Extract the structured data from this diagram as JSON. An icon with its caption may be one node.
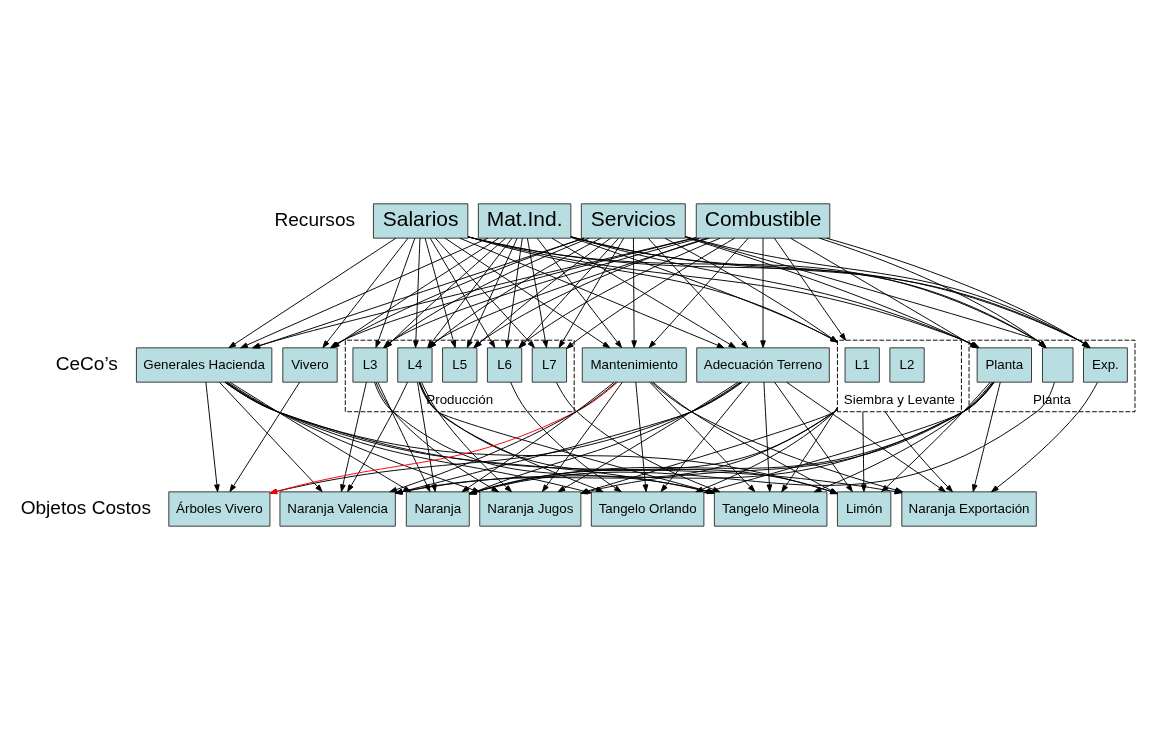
{
  "diagram": {
    "nodes": [
      {
        "text": [
          "Salarios"
        ]
      },
      {
        "text": [
          "Mat.Ind."
        ]
      },
      {
        "text": [
          "Servicios"
        ]
      },
      {
        "text": [
          "Combustible"
        ]
      },
      {
        "text": [
          "Generales Hacienda"
        ]
      },
      {
        "text": [
          "Vivero"
        ]
      },
      {
        "text": [
          "Siembra y Levante"
        ]
      },
      {
        "text": [
          "L1"
        ],
        "in": 6
      },
      {
        "text": [
          "L2"
        ],
        "in": 6
      },
      {
        "text": [
          "Adecuación Terreno"
        ]
      },
      {
        "text": [
          "Producción"
        ]
      },
      {
        "text": [
          "L3"
        ],
        "in": 10
      },
      {
        "text": [
          "L4"
        ],
        "in": 10
      },
      {
        "text": [
          "L5"
        ],
        "in": 10
      },
      {
        "text": [
          "L6"
        ],
        "in": 10
      },
      {
        "text": [
          "L7"
        ],
        "in": 10
      },
      {
        "text": [
          "Planta"
        ]
      },
      {
        "text": [
          "Planta"
        ],
        "in": 16
      },
      {
        "text": [
          "Exp."
        ],
        "in": 16
      },
      {
        "text": [],
        "shape": "box",
        "in": 16
      },
      {
        "text": [
          "Mantenimiento"
        ]
      },
      {
        "text": [
          "Árboles Vivero"
        ]
      },
      {
        "text": [
          "Naranja Valencia"
        ]
      },
      {
        "text": [
          "Naranja"
        ]
      },
      {
        "text": [
          "Naranja Jugos"
        ]
      },
      {
        "text": [
          "Tangelo Orlando"
        ]
      },
      {
        "text": [
          "Tangelo Mineola"
        ]
      },
      {
        "text": [
          "Limón"
        ]
      },
      {
        "text": [
          "Naranja Exportación"
        ]
      }
    ],
    "edges": [
      {
        "from": 0,
        "to": 4,
        "arrow": "to"
      },
      {
        "from": 0,
        "to": 5,
        "arrow": "to"
      },
      {
        "from": 0,
        "to": 6,
        "arrow": "to"
      },
      {
        "from": 0,
        "to": 9,
        "arrow": "to"
      },
      {
        "from": 0,
        "to": 11,
        "arrow": "to"
      },
      {
        "from": 0,
        "to": 12,
        "arrow": "to"
      },
      {
        "from": 0,
        "to": 13,
        "arrow": "to"
      },
      {
        "from": 0,
        "to": 14,
        "arrow": "to"
      },
      {
        "from": 0,
        "to": 15,
        "arrow": "to"
      },
      {
        "from": 0,
        "to": 17,
        "arrow": "to"
      },
      {
        "from": 0,
        "to": 18,
        "arrow": "to"
      },
      {
        "from": 0,
        "to": 19,
        "arrow": "to"
      },
      {
        "from": 0,
        "to": 20,
        "arrow": "to"
      },
      {
        "from": 1,
        "to": 4,
        "arrow": "to"
      },
      {
        "from": 1,
        "to": 5,
        "arrow": "to"
      },
      {
        "from": 1,
        "to": 6,
        "arrow": "to"
      },
      {
        "from": 1,
        "to": 9,
        "arrow": "to"
      },
      {
        "from": 1,
        "to": 11,
        "arrow": "to"
      },
      {
        "from": 1,
        "to": 12,
        "arrow": "to"
      },
      {
        "from": 1,
        "to": 13,
        "arrow": "to"
      },
      {
        "from": 1,
        "to": 14,
        "arrow": "to"
      },
      {
        "from": 1,
        "to": 15,
        "arrow": "to"
      },
      {
        "from": 1,
        "to": 17,
        "arrow": "to"
      },
      {
        "from": 1,
        "to": 18,
        "arrow": "to"
      },
      {
        "from": 1,
        "to": 19,
        "arrow": "to"
      },
      {
        "from": 1,
        "to": 20,
        "arrow": "to"
      },
      {
        "from": 2,
        "to": 4,
        "arrow": "to"
      },
      {
        "from": 2,
        "to": 5,
        "arrow": "to"
      },
      {
        "from": 2,
        "to": 6,
        "arrow": "to"
      },
      {
        "from": 2,
        "to": 9,
        "arrow": "to"
      },
      {
        "from": 2,
        "to": 11,
        "arrow": "to"
      },
      {
        "from": 2,
        "to": 12,
        "arrow": "to"
      },
      {
        "from": 2,
        "to": 13,
        "arrow": "to"
      },
      {
        "from": 2,
        "to": 14,
        "arrow": "to"
      },
      {
        "from": 2,
        "to": 15,
        "arrow": "to"
      },
      {
        "from": 2,
        "to": 17,
        "arrow": "to"
      },
      {
        "from": 2,
        "to": 18,
        "arrow": "to"
      },
      {
        "from": 2,
        "to": 19,
        "arrow": "to"
      },
      {
        "from": 2,
        "to": 20,
        "arrow": "to"
      },
      {
        "from": 3,
        "to": 4,
        "arrow": "to"
      },
      {
        "from": 3,
        "to": 5,
        "arrow": "to"
      },
      {
        "from": 3,
        "to": 6,
        "arrow": "to"
      },
      {
        "from": 3,
        "to": 9,
        "arrow": "to"
      },
      {
        "from": 3,
        "to": 11,
        "arrow": "to"
      },
      {
        "from": 3,
        "to": 12,
        "arrow": "to"
      },
      {
        "from": 3,
        "to": 13,
        "arrow": "to"
      },
      {
        "from": 3,
        "to": 14,
        "arrow": "to"
      },
      {
        "from": 3,
        "to": 15,
        "arrow": "to"
      },
      {
        "from": 3,
        "to": 17,
        "arrow": "to"
      },
      {
        "from": 3,
        "to": 18,
        "arrow": "to"
      },
      {
        "from": 3,
        "to": 19,
        "arrow": "to"
      },
      {
        "from": 3,
        "to": 20,
        "arrow": "to"
      },
      {
        "from": 4,
        "to": 21,
        "arrow": "to"
      },
      {
        "from": 4,
        "to": 22,
        "arrow": "to"
      },
      {
        "from": 4,
        "to": 23,
        "arrow": "to"
      },
      {
        "from": 4,
        "to": 24,
        "arrow": "to"
      },
      {
        "from": 4,
        "to": 25,
        "arrow": "to"
      },
      {
        "from": 4,
        "to": 26,
        "arrow": "to"
      },
      {
        "from": 4,
        "to": 27,
        "arrow": "to"
      },
      {
        "from": 4,
        "to": 28,
        "arrow": "to"
      },
      {
        "from": 5,
        "to": 21,
        "arrow": "to"
      },
      {
        "from": 6,
        "to": 22,
        "arrow": "to"
      },
      {
        "from": 6,
        "to": 23,
        "arrow": "to"
      },
      {
        "from": 6,
        "to": 24,
        "arrow": "to"
      },
      {
        "from": 6,
        "to": 25,
        "arrow": "to"
      },
      {
        "from": 6,
        "to": 26,
        "arrow": "to"
      },
      {
        "from": 6,
        "to": 27,
        "arrow": "to"
      },
      {
        "from": 6,
        "to": 28,
        "arrow": "to"
      },
      {
        "from": 9,
        "to": 21,
        "arrow": "to"
      },
      {
        "from": 9,
        "to": 22,
        "arrow": "to"
      },
      {
        "from": 9,
        "to": 23,
        "arrow": "to"
      },
      {
        "from": 9,
        "to": 24,
        "arrow": "to"
      },
      {
        "from": 9,
        "to": 25,
        "arrow": "to"
      },
      {
        "from": 9,
        "to": 26,
        "arrow": "to"
      },
      {
        "from": 9,
        "to": 27,
        "arrow": "to"
      },
      {
        "from": 9,
        "to": 28,
        "arrow": "to"
      },
      {
        "from": 11,
        "to": 22,
        "arrow": "to"
      },
      {
        "from": 11,
        "to": 23,
        "arrow": "to"
      },
      {
        "from": 11,
        "to": 24,
        "arrow": "to"
      },
      {
        "from": 11,
        "to": 26,
        "arrow": "to"
      },
      {
        "from": 12,
        "to": 22,
        "arrow": "to"
      },
      {
        "from": 12,
        "to": 23,
        "arrow": "to"
      },
      {
        "from": 12,
        "to": 24,
        "arrow": "to"
      },
      {
        "from": 12,
        "to": 25,
        "arrow": "to"
      },
      {
        "from": 12,
        "to": 26,
        "arrow": "to"
      },
      {
        "from": 12,
        "to": 27,
        "arrow": "to"
      },
      {
        "from": 14,
        "to": 25,
        "arrow": "to"
      },
      {
        "from": 15,
        "to": 26,
        "arrow": "to"
      },
      {
        "from": 17,
        "to": 22,
        "arrow": "to"
      },
      {
        "from": 17,
        "to": 23,
        "arrow": "to"
      },
      {
        "from": 17,
        "to": 24,
        "arrow": "to"
      },
      {
        "from": 17,
        "to": 25,
        "arrow": "to"
      },
      {
        "from": 17,
        "to": 26,
        "arrow": "to"
      },
      {
        "from": 17,
        "to": 27,
        "arrow": "to"
      },
      {
        "from": 17,
        "to": 28,
        "arrow": "to"
      },
      {
        "from": 18,
        "to": 28,
        "arrow": "to"
      },
      {
        "from": 19,
        "to": 23,
        "arrow": "to"
      },
      {
        "from": 20,
        "to": 21,
        "arrow": "to",
        "color": "#ff0000"
      },
      {
        "from": 20,
        "to": 22,
        "arrow": "to"
      },
      {
        "from": 20,
        "to": 23,
        "arrow": "to"
      },
      {
        "from": 20,
        "to": 24,
        "arrow": "to"
      },
      {
        "from": 20,
        "to": 25,
        "arrow": "to"
      },
      {
        "from": 20,
        "to": 26,
        "arrow": "to"
      },
      {
        "from": 20,
        "to": 27,
        "arrow": "to"
      },
      {
        "from": 20,
        "to": 28,
        "arrow": "to"
      }
    ],
    "labels": [
      "Recursos",
      "CeCo’s",
      "Objetos Costos"
    ]
  }
}
